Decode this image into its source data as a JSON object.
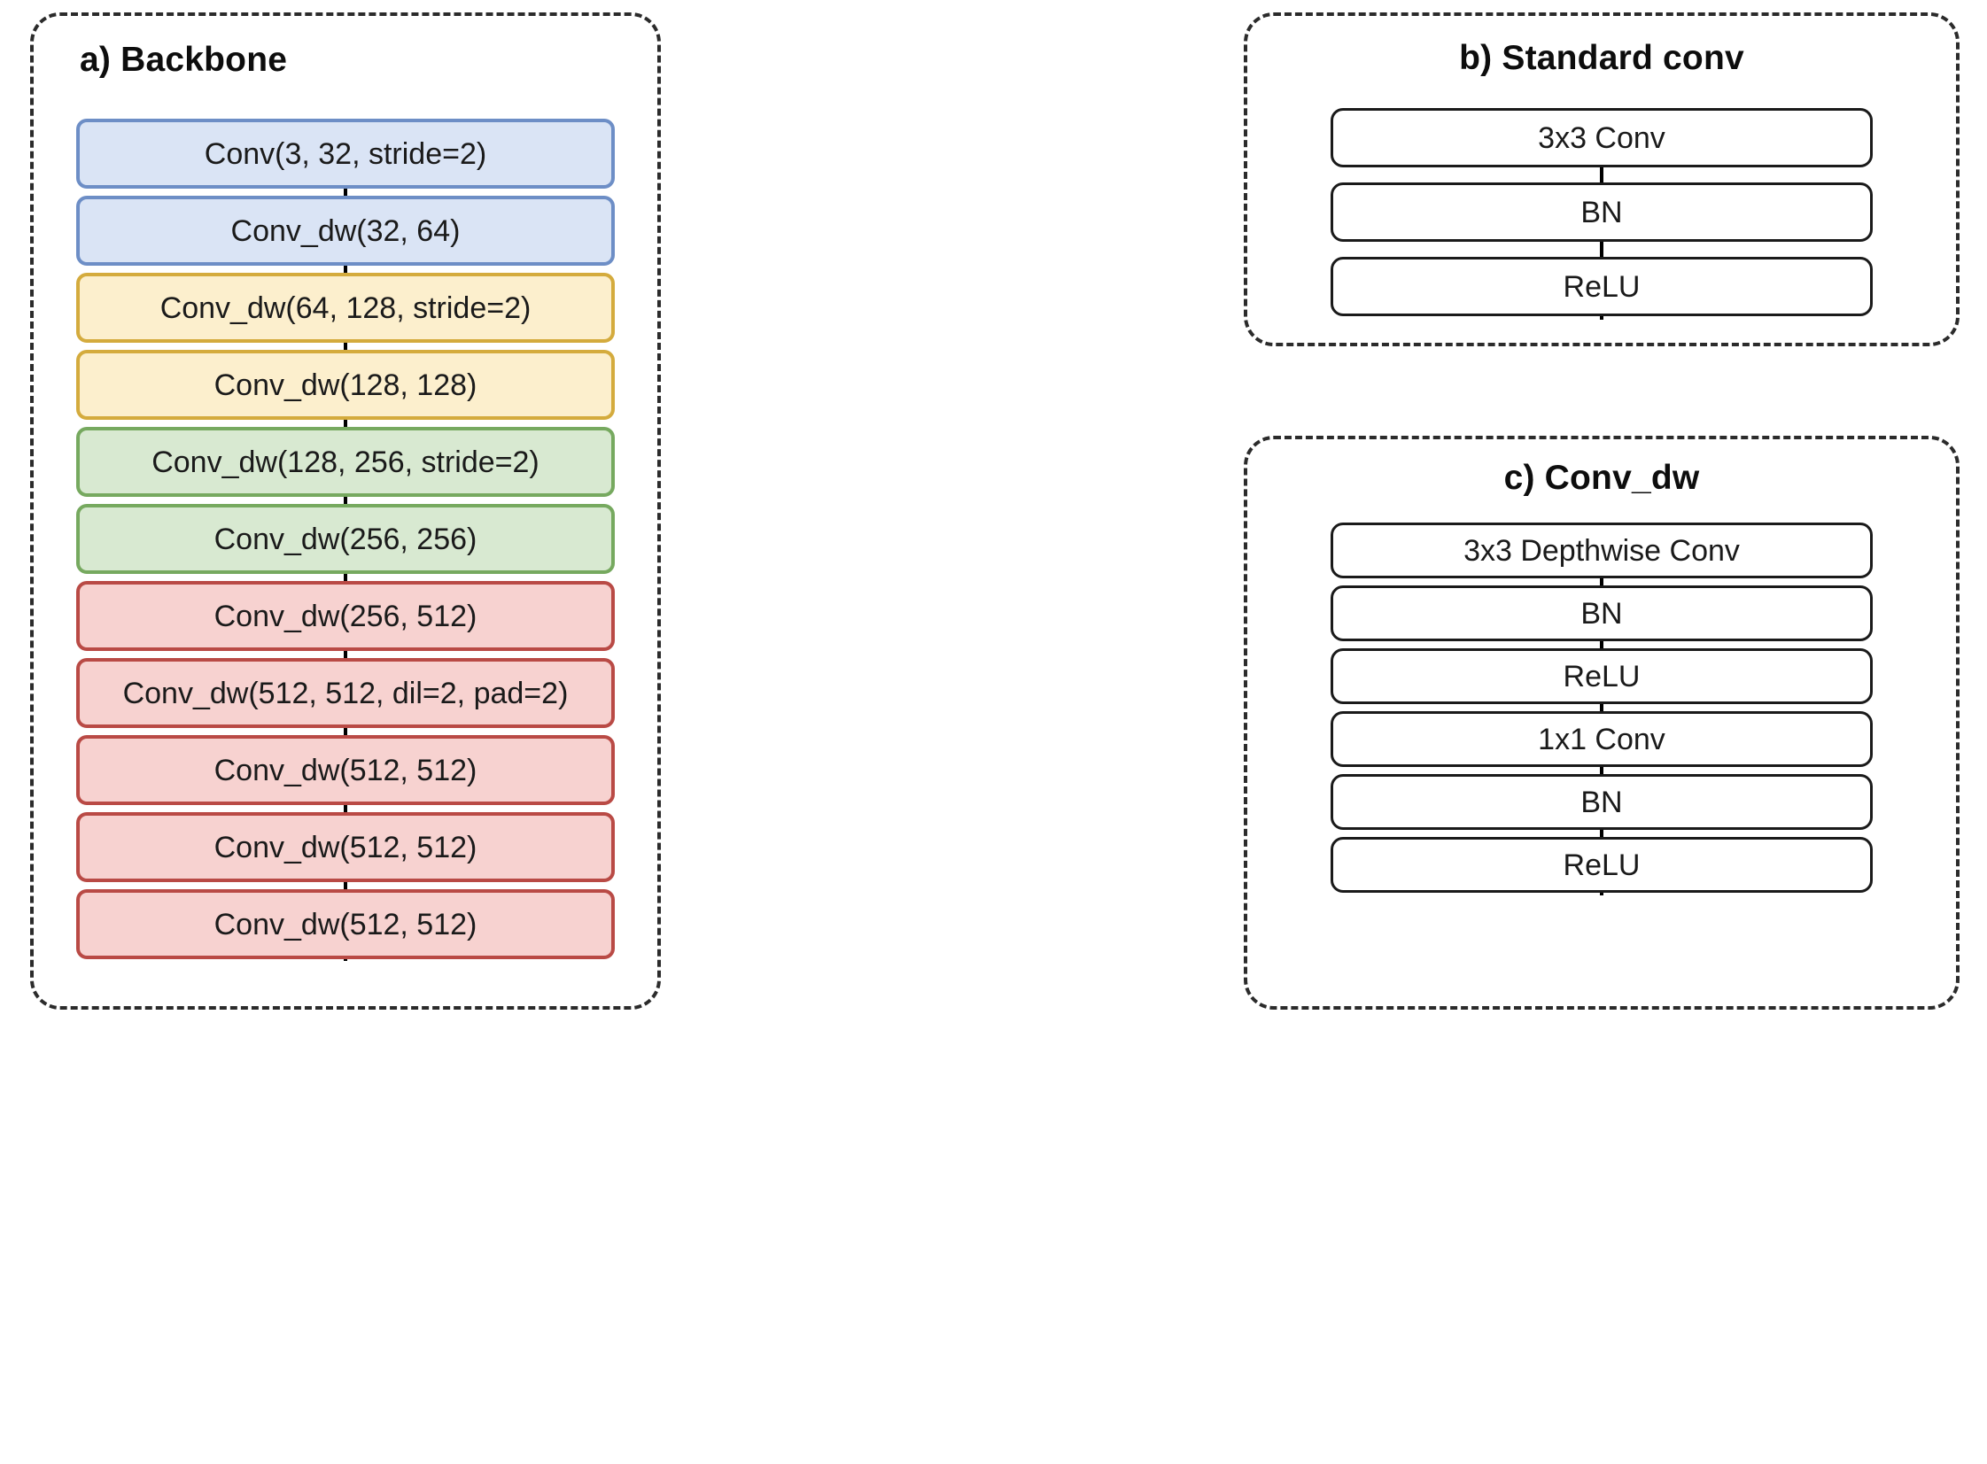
{
  "figure": {
    "panels": [
      {
        "id": "backbone",
        "title": "a) Backbone",
        "blocks": [
          {
            "label": "Conv(3, 32, stride=2)",
            "color": "blue"
          },
          {
            "label": "Conv_dw(32, 64)",
            "color": "blue"
          },
          {
            "label": "Conv_dw(64, 128, stride=2)",
            "color": "yellow"
          },
          {
            "label": "Conv_dw(128, 128)",
            "color": "yellow"
          },
          {
            "label": "Conv_dw(128, 256, stride=2)",
            "color": "green"
          },
          {
            "label": "Conv_dw(256, 256)",
            "color": "green"
          },
          {
            "label": "Conv_dw(256, 512)",
            "color": "red"
          },
          {
            "label": "Conv_dw(512, 512, dil=2, pad=2)",
            "color": "red"
          },
          {
            "label": "Conv_dw(512, 512)",
            "color": "red"
          },
          {
            "label": "Conv_dw(512, 512)",
            "color": "red"
          },
          {
            "label": "Conv_dw(512, 512)",
            "color": "red"
          }
        ]
      },
      {
        "id": "standard-conv",
        "title": "b) Standard conv",
        "blocks": [
          {
            "label": "3x3 Conv"
          },
          {
            "label": "BN"
          },
          {
            "label": "ReLU"
          }
        ]
      },
      {
        "id": "conv-dw",
        "title": "c) Conv_dw",
        "blocks": [
          {
            "label": "3x3 Depthwise Conv"
          },
          {
            "label": "BN"
          },
          {
            "label": "ReLU"
          },
          {
            "label": "1x1 Conv"
          },
          {
            "label": "BN"
          },
          {
            "label": "ReLU"
          }
        ]
      }
    ]
  },
  "colors": {
    "blue_fill": "#dae4f5",
    "blue_border": "#6d8ec6",
    "yellow_fill": "#fcefcd",
    "yellow_border": "#d4ab3d",
    "green_fill": "#d8e9d1",
    "green_border": "#76a95f",
    "red_fill": "#f7d2d0",
    "red_border": "#b94a45",
    "plain_fill": "#ffffff",
    "plain_border": "#1a1a1a",
    "panel_border": "#2b2b2b",
    "connector": "#000000"
  }
}
